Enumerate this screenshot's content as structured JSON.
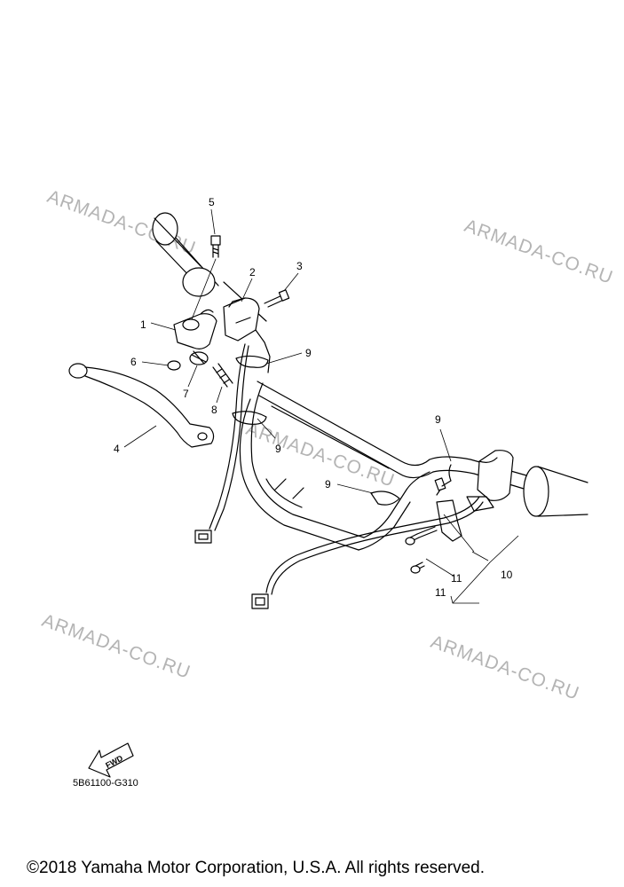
{
  "watermark": "ARMADA-CO.RU",
  "callouts": [
    "1",
    "2",
    "3",
    "4",
    "5",
    "6",
    "7",
    "8",
    "9",
    "9",
    "9",
    "9",
    "10",
    "11",
    "11"
  ],
  "fwd_label": "FWD",
  "diagram_code": "5B61100-G310",
  "copyright": "©2018 Yamaha Motor Corporation, U.S.A. All rights reserved."
}
